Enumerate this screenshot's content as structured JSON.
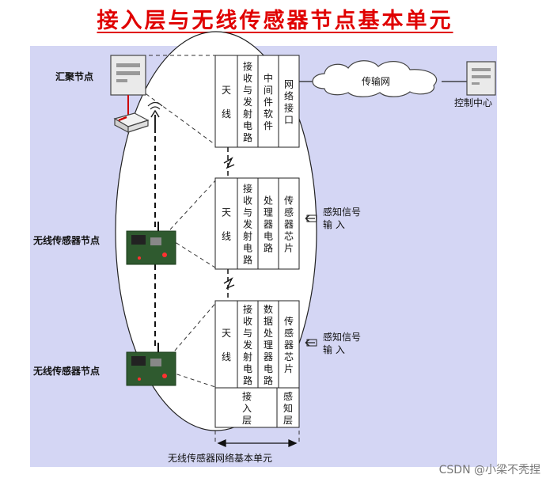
{
  "title": "接入层与无线传感器节点基本单元",
  "labels": {
    "sink_node": "汇聚节点",
    "sensor_node_1": "无线传感器节点",
    "sensor_node_2": "无线传感器节点",
    "transport_net": "传输网",
    "control_center": "控制中心",
    "unit_caption": "无线传感器网络基本单元",
    "sense_input_1": [
      "感知信号",
      "输 入"
    ],
    "sense_input_2": [
      "感知信号",
      "输 入"
    ],
    "access_layer": [
      "接",
      "入",
      "层"
    ],
    "sense_layer": [
      "感",
      "知",
      "层"
    ]
  },
  "stacks": {
    "sink": [
      [
        "天",
        "线"
      ],
      [
        "接",
        "收",
        "与",
        "发",
        "射",
        "电",
        "路"
      ],
      [
        "中",
        "间",
        "件",
        "软",
        "件"
      ],
      [
        "网",
        "络",
        "接",
        "口"
      ]
    ],
    "sensor1": [
      [
        "天",
        "线"
      ],
      [
        "接",
        "收",
        "与",
        "发",
        "射",
        "电",
        "路"
      ],
      [
        "处",
        "理",
        "器",
        "电",
        "路"
      ],
      [
        "传",
        "感",
        "器",
        "芯",
        "片"
      ]
    ],
    "sensor2": [
      [
        "天",
        "线"
      ],
      [
        "接",
        "收",
        "与",
        "发",
        "射",
        "电",
        "路"
      ],
      [
        "数",
        "据",
        "处",
        "理",
        "器",
        "电",
        "路"
      ],
      [
        "传",
        "感",
        "器",
        "芯",
        "片"
      ]
    ]
  },
  "watermark": "CSDN @小梁不秃捏",
  "colors": {
    "title": "#e00000",
    "panel": "#d4d6f4",
    "line": "#222222",
    "cell": "#ffffff"
  }
}
